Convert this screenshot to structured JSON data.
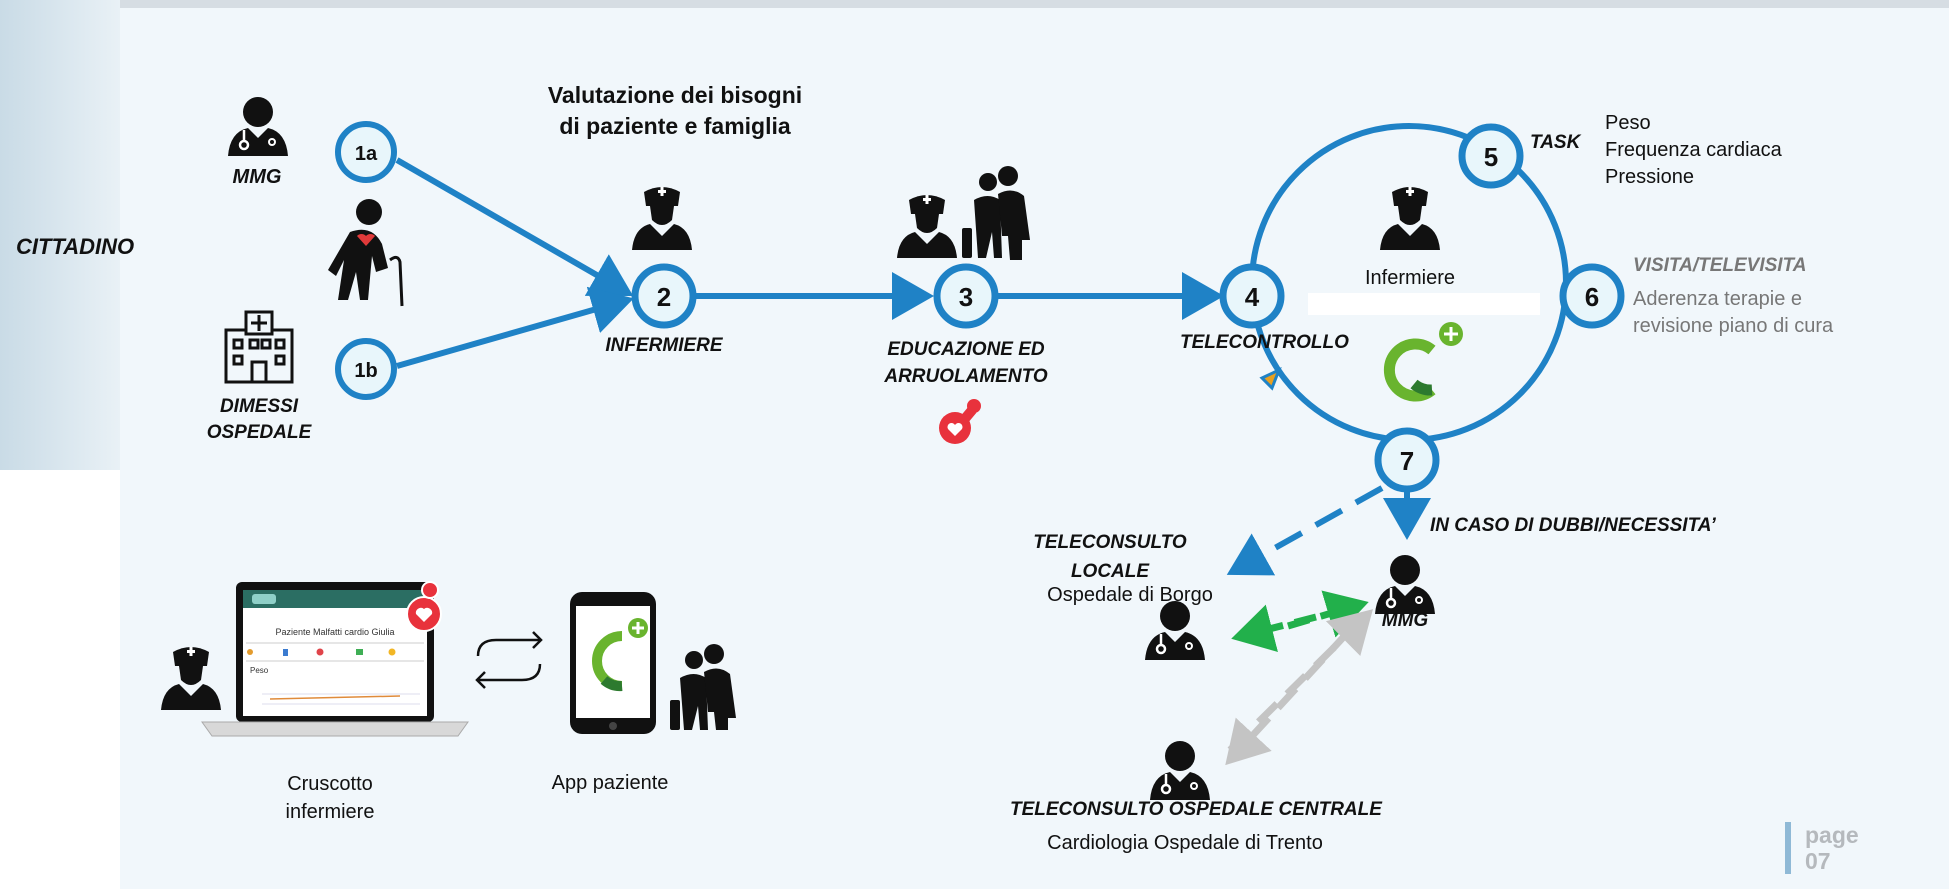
{
  "nodes": {
    "n1a": "1a",
    "n1b": "1b",
    "n2": "2",
    "n3": "3",
    "n4": "4",
    "n5": "5",
    "n6": "6",
    "n7": "7"
  },
  "labels": {
    "cittadino": "CITTADINO",
    "mmg": "MMG",
    "dimessi_line1": "DIMESSI",
    "dimessi_line2": "OSPEDALE",
    "valutazione_line1": "Valutazione dei bisogni",
    "valutazione_line2": "di paziente e famiglia",
    "infermiere_caps": "INFERMIERE",
    "educazione_line1": "EDUCAZIONE ED",
    "educazione_line2": "ARRUOLAMENTO",
    "telecontrollo": "TELECONTROLLO",
    "infermiere": "Infermiere",
    "task": "TASK",
    "task_items": [
      "Peso",
      "Frequenza cardiaca",
      "Pressione"
    ],
    "visita": "VISITA/TELEVISITA",
    "visita_line1": "Aderenza terapie e",
    "visita_line2": "revisione piano di cura",
    "in_caso": "IN CASO DI DUBBI/NECESSITA’",
    "teleconsulto_locale_line1": "TELECONSULTO",
    "teleconsulto_locale_line2": "LOCALE",
    "ospedale_borgo": "Ospedale di Borgo",
    "mmg2": "MMG",
    "teleconsulto_centrale": "TELECONSULTO OSPEDALE CENTRALE",
    "cardiologia": "Cardiologia Ospedale di Trento",
    "cruscotto_line1": "Cruscotto",
    "cruscotto_line2": "infermiere",
    "app_paziente": "App paziente",
    "page_word": "page",
    "page_num": "07"
  },
  "dashboard": {
    "header": "Paziente Malfatti cardio Giulia",
    "section": "Peso"
  },
  "colors": {
    "flow_blue": "#1f82c6",
    "node_fill": "#e8f6fb",
    "green_arrow": "#22b04b",
    "grey_arrow": "#c4c4c4",
    "panel_bg": "#f1f7fb"
  }
}
